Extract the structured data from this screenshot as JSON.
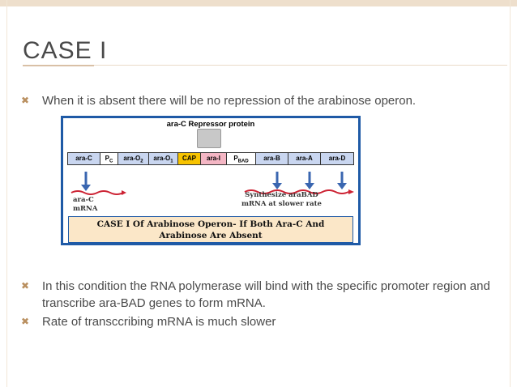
{
  "slide": {
    "title": "CASE I",
    "bullet_mark": "✖",
    "bullets": [
      "When it is absent there will be no repression of the arabinose operon.",
      "In this condition the RNA polymerase will bind with the specific promoter region and transcribe ara-BAD genes to form mRNA.",
      "Rate of transccribing mRNA is much slower"
    ]
  },
  "diagram": {
    "header": "ara-C  Repressor protein",
    "genes": [
      "ara-C",
      "PC",
      "ara-O2",
      "ara-O1",
      "CAP",
      "ara-I",
      "PBAD",
      "ara-B",
      "ara-A",
      "ara-D"
    ],
    "left_label_line1": "ara-C",
    "left_label_line2": "mRNA",
    "right_label_line1": "Synthesize araBAD",
    "right_label_line2": "mRNA at slower rate",
    "caption_line1": "CASE I Of Arabinose Operon- If Both Ara-C And",
    "caption_line2": "Arabinose Are Absent"
  },
  "colors": {
    "accent": "#d9c0a6",
    "frame_blue": "#1f5aa6",
    "cap_yellow": "#f7c300",
    "ara_i_pink": "#f4b6c4",
    "gene_blue": "#c9d6f0",
    "mrna_red": "#cc2233",
    "caption_bg": "#fbe7c8"
  }
}
